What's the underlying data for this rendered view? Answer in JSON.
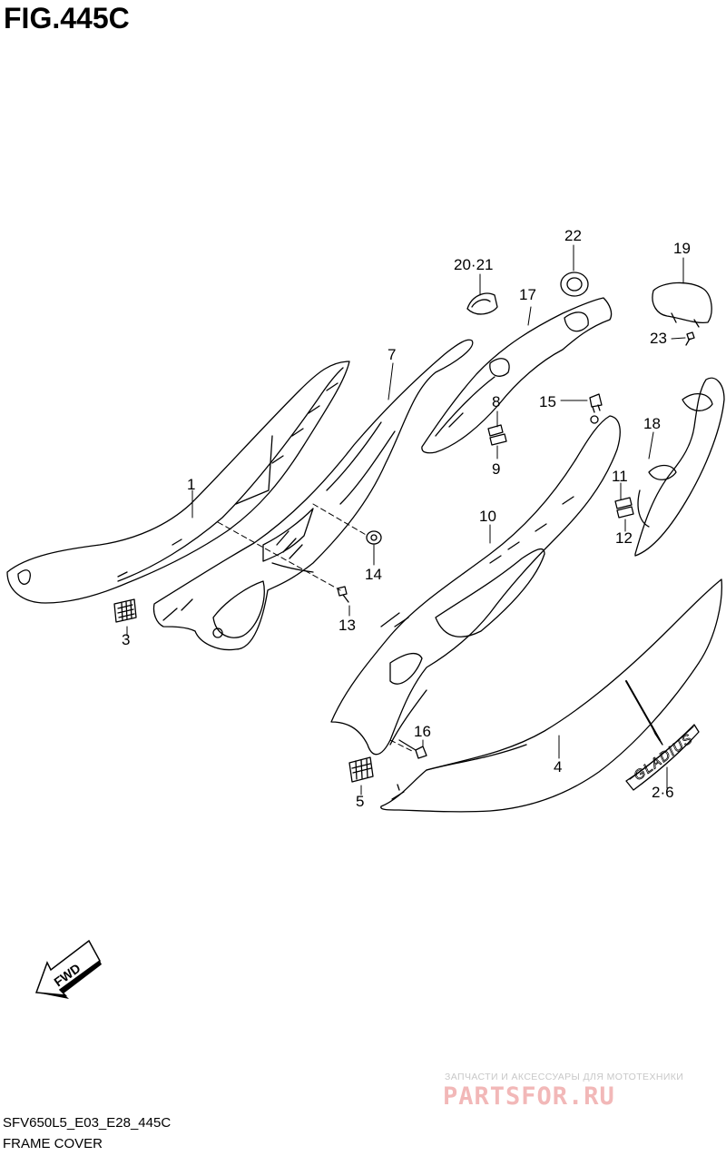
{
  "figure": {
    "title": "FIG.445C"
  },
  "callouts": {
    "c1": "1",
    "c2_6": "2·6",
    "c3": "3",
    "c4": "4",
    "c5": "5",
    "c7": "7",
    "c8": "8",
    "c9": "9",
    "c10": "10",
    "c11": "11",
    "c12": "12",
    "c13": "13",
    "c14": "14",
    "c15": "15",
    "c16": "16",
    "c17": "17",
    "c18": "18",
    "c19": "19",
    "c20_21": "20·21",
    "c22": "22",
    "c23": "23"
  },
  "emblem_text": "GLADIUS",
  "fwd_label": "FWD",
  "footer": {
    "code": "SFV650L5_E03_E28_445C",
    "name": "FRAME COVER"
  },
  "watermark": {
    "tagline": "ЗАПЧАСТИ И АКСЕССУАРЫ ДЛЯ МОТОТЕХНИКИ",
    "brand": "PARTSFOR.RU"
  },
  "colors": {
    "line": "#000000",
    "background": "#ffffff",
    "watermark_red": "#f2b8b8"
  }
}
